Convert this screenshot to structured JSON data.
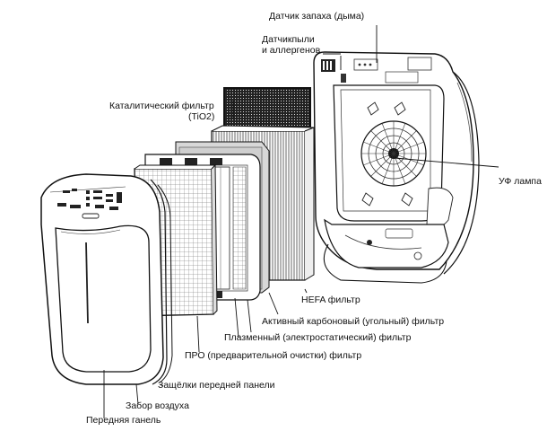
{
  "labels": {
    "smell_sensor": "Датчик запаха (дыма)",
    "dust_sensor_line1": "Датчикпыли",
    "dust_sensor_line2": "и аллергенов",
    "catalytic_line1": "Каталитический фильтр",
    "catalytic_line2": "(TiO2)",
    "uv_lamp": "УФ лампа",
    "hepa": "HEFA фильтр",
    "carbon": "Активный карбоновый (угольный) фильтр",
    "plasma": "Плазменный (электростатический) фильтр",
    "pre": "ПРО (предварительной очистки) фильтр",
    "latches": "Защёлки передней панели",
    "intake": "Забор воздуха",
    "front_panel": "Передняя ганель"
  }
}
